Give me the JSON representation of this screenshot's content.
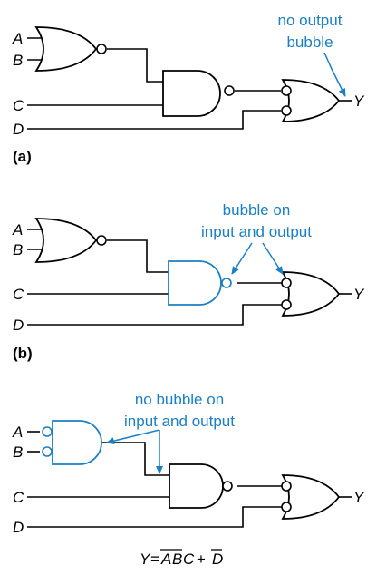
{
  "colors": {
    "wire": "#000000",
    "annotation": "#1a7fc4"
  },
  "inputs": {
    "a": "A",
    "b": "B",
    "c": "C",
    "d": "D"
  },
  "output": "Y",
  "parts": {
    "a": "(a)",
    "b": "(b)"
  },
  "annotations": {
    "a_line1": "no output",
    "a_line2": "bubble",
    "b_line1": "bubble on",
    "b_line2": "input and output",
    "c_line1": "no bubble on",
    "c_line2": "input and output"
  },
  "equation": {
    "lhs": "Y",
    "eq": "=",
    "a": "A",
    "b": "B",
    "c": "C",
    "plus": "+",
    "d": "D"
  }
}
